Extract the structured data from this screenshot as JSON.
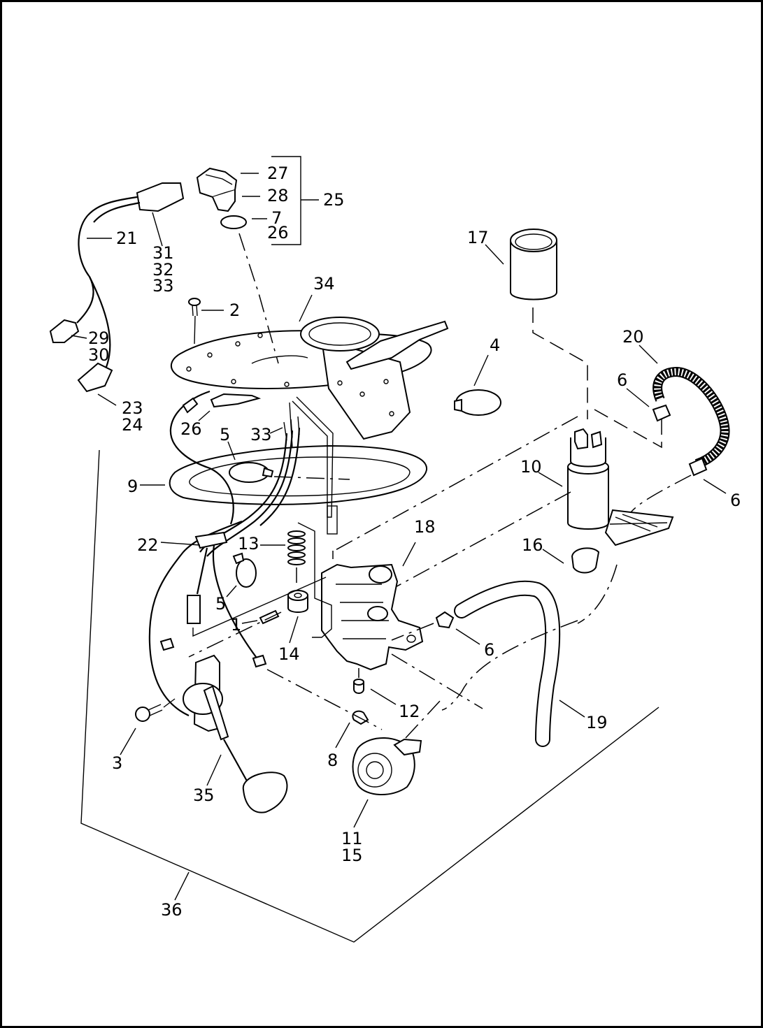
{
  "diagram": {
    "callouts": [
      {
        "id": "c27",
        "text": "27"
      },
      {
        "id": "c28",
        "text": "28"
      },
      {
        "id": "c7",
        "text": "7"
      },
      {
        "id": "c26a",
        "text": "26"
      },
      {
        "id": "c25",
        "text": "25"
      },
      {
        "id": "c21",
        "text": "21"
      },
      {
        "id": "c31",
        "text": "31"
      },
      {
        "id": "c32",
        "text": "32"
      },
      {
        "id": "c33a",
        "text": "33"
      },
      {
        "id": "c17",
        "text": "17"
      },
      {
        "id": "c34",
        "text": "34"
      },
      {
        "id": "c2",
        "text": "2"
      },
      {
        "id": "c29",
        "text": "29"
      },
      {
        "id": "c30",
        "text": "30"
      },
      {
        "id": "c20",
        "text": "20"
      },
      {
        "id": "c4",
        "text": "4"
      },
      {
        "id": "c6a",
        "text": "6"
      },
      {
        "id": "c23",
        "text": "23"
      },
      {
        "id": "c24",
        "text": "24"
      },
      {
        "id": "c26b",
        "text": "26"
      },
      {
        "id": "c5a",
        "text": "5"
      },
      {
        "id": "c33b",
        "text": "33"
      },
      {
        "id": "c10",
        "text": "10"
      },
      {
        "id": "c6b",
        "text": "6"
      },
      {
        "id": "c9",
        "text": "9"
      },
      {
        "id": "c18",
        "text": "18"
      },
      {
        "id": "c22",
        "text": "22"
      },
      {
        "id": "c13",
        "text": "13"
      },
      {
        "id": "c16",
        "text": "16"
      },
      {
        "id": "c5b",
        "text": "5"
      },
      {
        "id": "c1",
        "text": "1"
      },
      {
        "id": "c14",
        "text": "14"
      },
      {
        "id": "c6c",
        "text": "6"
      },
      {
        "id": "c12",
        "text": "12"
      },
      {
        "id": "c19",
        "text": "19"
      },
      {
        "id": "c3",
        "text": "3"
      },
      {
        "id": "c8",
        "text": "8"
      },
      {
        "id": "c35",
        "text": "35"
      },
      {
        "id": "c11",
        "text": "11"
      },
      {
        "id": "c15",
        "text": "15"
      },
      {
        "id": "c36",
        "text": "36"
      }
    ]
  }
}
